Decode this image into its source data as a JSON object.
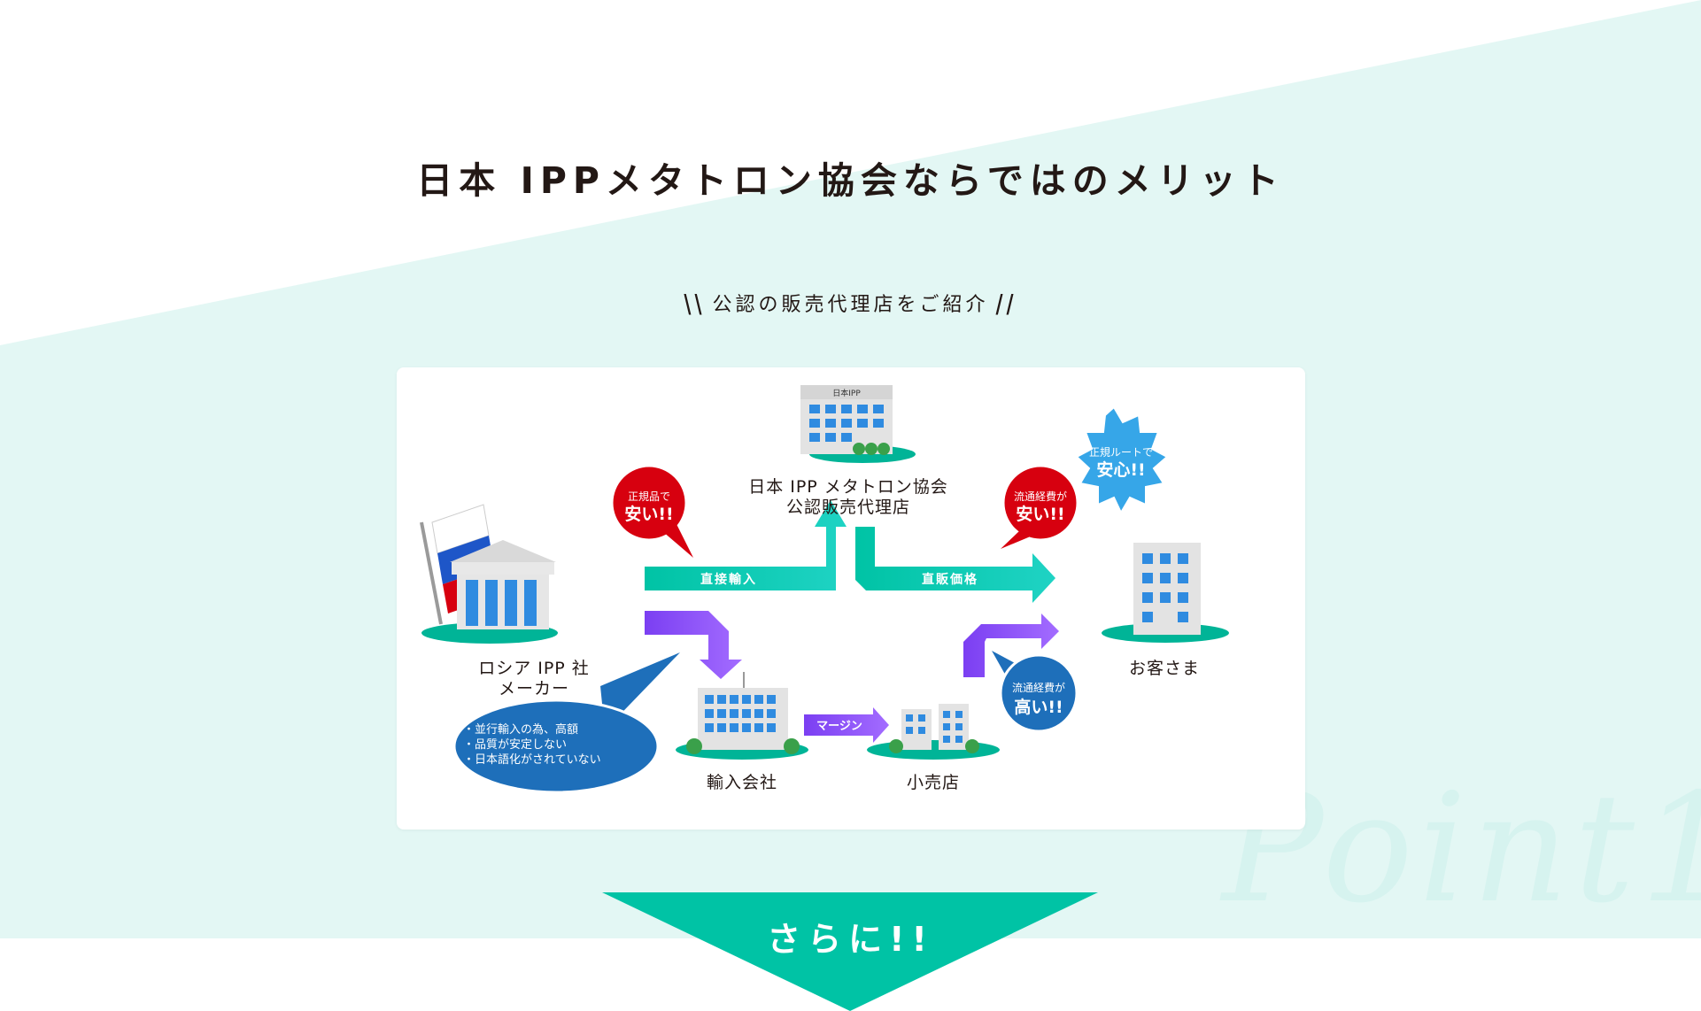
{
  "page": {
    "title": "日本 IPPメタトロン協会ならではのメリット",
    "subtitle": "公認の販売代理店をご紹介",
    "point_label": "Point1",
    "more_label": "さらに!!"
  },
  "diagram": {
    "nodes": {
      "maker_line1": "ロシア IPP 社",
      "maker_line2": "メーカー",
      "agency_building_sign": "日本IPP",
      "agency_line1": "日本 IPP メタトロン協会",
      "agency_line2": "公認販売代理店",
      "importer": "輸入会社",
      "retailer": "小売店",
      "customer": "お客さま"
    },
    "arrows": {
      "direct_import": "直接輸入",
      "direct_price": "直販価格",
      "margin": "マージン"
    },
    "bubbles": {
      "genuine_line1": "正規品で",
      "genuine_line2": "安い!!",
      "dist_cheap_line1": "流通経費が",
      "dist_cheap_line2": "安い!!",
      "safe_line1": "正規ルートで",
      "safe_line2": "安心!!",
      "dist_high_line1": "流通経費が",
      "dist_high_line2": "高い!!"
    },
    "issues": [
      "・並行輸入の為、高額",
      "・品質が安定しない",
      "・日本語化がされていない"
    ]
  },
  "colors": {
    "accent_teal": "#00c3a5",
    "bg_mint": "#e3f7f4",
    "bubble_red": "#d7000f",
    "bubble_blue": "#1e6fba",
    "burst_blue": "#36a6e8",
    "arrow_purple": "#7b3ff2"
  }
}
